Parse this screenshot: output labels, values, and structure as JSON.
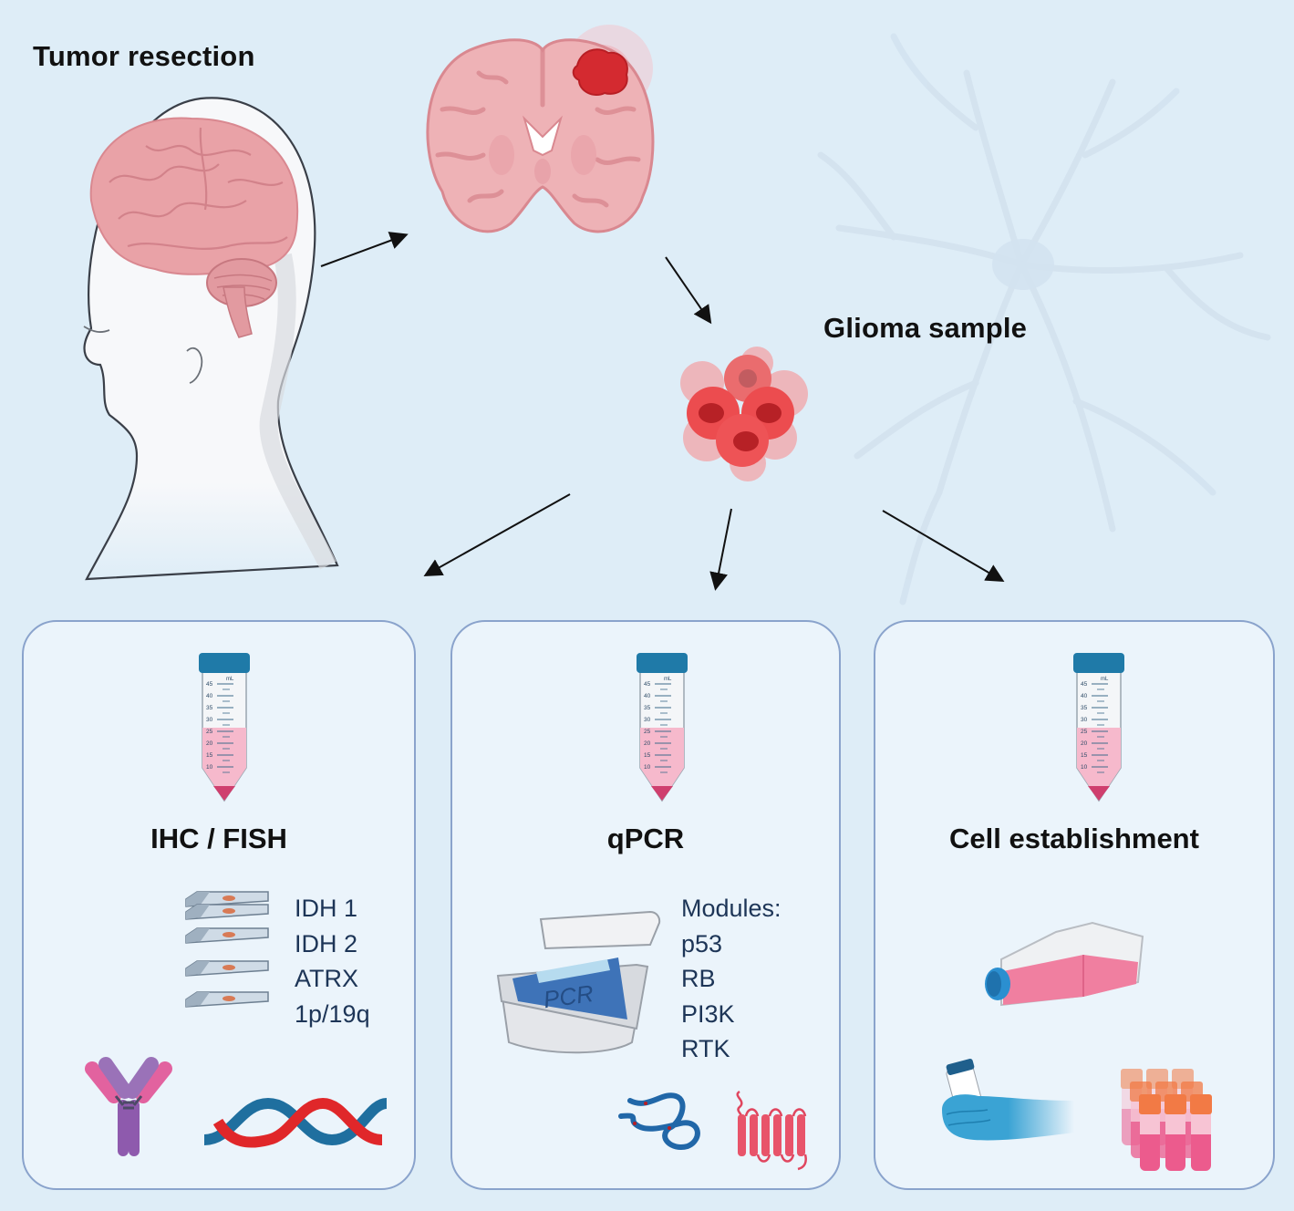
{
  "figure": {
    "top_left_title": "Tumor resection",
    "sample_title": "Glioma sample",
    "colors": {
      "background": "#deedf7",
      "panel_fill": "#ebf4fb",
      "panel_border": "#8aa3cc",
      "brain_pink": "#e8a0a4",
      "tumor_red": "#e03a3a",
      "label_text": "#1d3557",
      "tube_cap": "#1f7aa8",
      "tube_liquid": "#f4b6c8"
    },
    "icons": {
      "head": "human-head-with-brain-icon",
      "coronal_brain": "brain-coronal-section-with-tumor-icon",
      "glioma_cells": "tumor-cell-cluster-icon",
      "neuron_bg": "neuron-background-icon",
      "arrow": "arrow-icon"
    }
  },
  "panels": [
    {
      "id": "ihc-fish",
      "title": "IHC / FISH",
      "tube_icon": "conical-tube-icon",
      "tube_scale": [
        "45",
        "40",
        "35",
        "30",
        "25",
        "20",
        "15",
        "10"
      ],
      "tube_unit": "mL",
      "labels": [
        "IDH 1",
        "IDH 2",
        "ATRX",
        "1p/19q"
      ],
      "icons": [
        "microscope-slide-icon",
        "antibody-icon",
        "dna-helix-icon"
      ]
    },
    {
      "id": "qpcr",
      "title": "qPCR",
      "tube_icon": "conical-tube-icon",
      "tube_scale": [
        "45",
        "40",
        "35",
        "30",
        "25",
        "20",
        "15",
        "10"
      ],
      "tube_unit": "mL",
      "machine_label": "PCR",
      "labels": [
        "Modules:",
        "p53",
        "RB",
        "PI3K",
        "RTK"
      ],
      "icons": [
        "pcr-machine-icon",
        "protein-chain-icon",
        "transmembrane-receptor-icon"
      ]
    },
    {
      "id": "cell-establishment",
      "title": "Cell establishment",
      "tube_icon": "conical-tube-icon",
      "tube_scale": [
        "45",
        "40",
        "35",
        "30",
        "25",
        "20",
        "15",
        "10"
      ],
      "tube_unit": "mL",
      "labels": [],
      "icons": [
        "cell-culture-flask-icon",
        "gloved-hand-holding-vial-icon",
        "cryovial-rack-icon"
      ]
    }
  ]
}
